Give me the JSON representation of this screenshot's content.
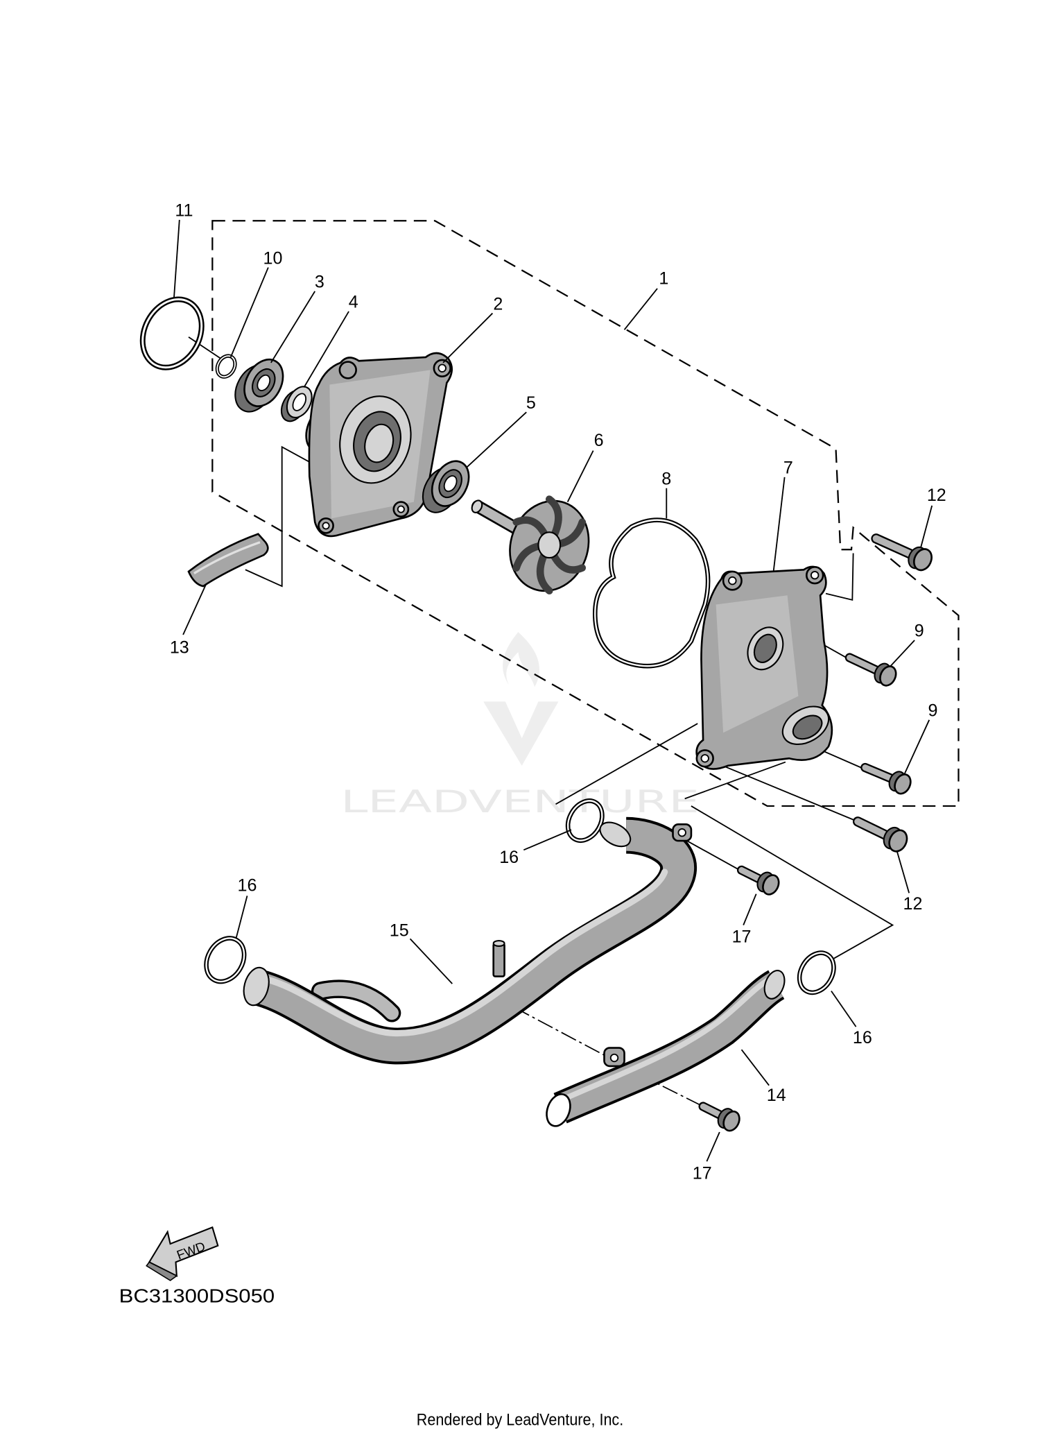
{
  "callouts": [
    "11",
    "10",
    "3",
    "4",
    "2",
    "1",
    "5",
    "6",
    "8",
    "7",
    "12",
    "13",
    "9",
    "9",
    "16",
    "16",
    "12",
    "17",
    "15",
    "16",
    "14",
    "17"
  ],
  "fwd_label": "FWD",
  "diagram_code": "BC31300DS050",
  "watermark": "LEADVENTURE",
  "footer": "Rendered by LeadVenture, Inc.",
  "colors": {
    "part": "#a6a6a6",
    "part_light": "#d4d4d4",
    "part_dark": "#6e6e6e",
    "watermark": "#e6e6e6"
  }
}
